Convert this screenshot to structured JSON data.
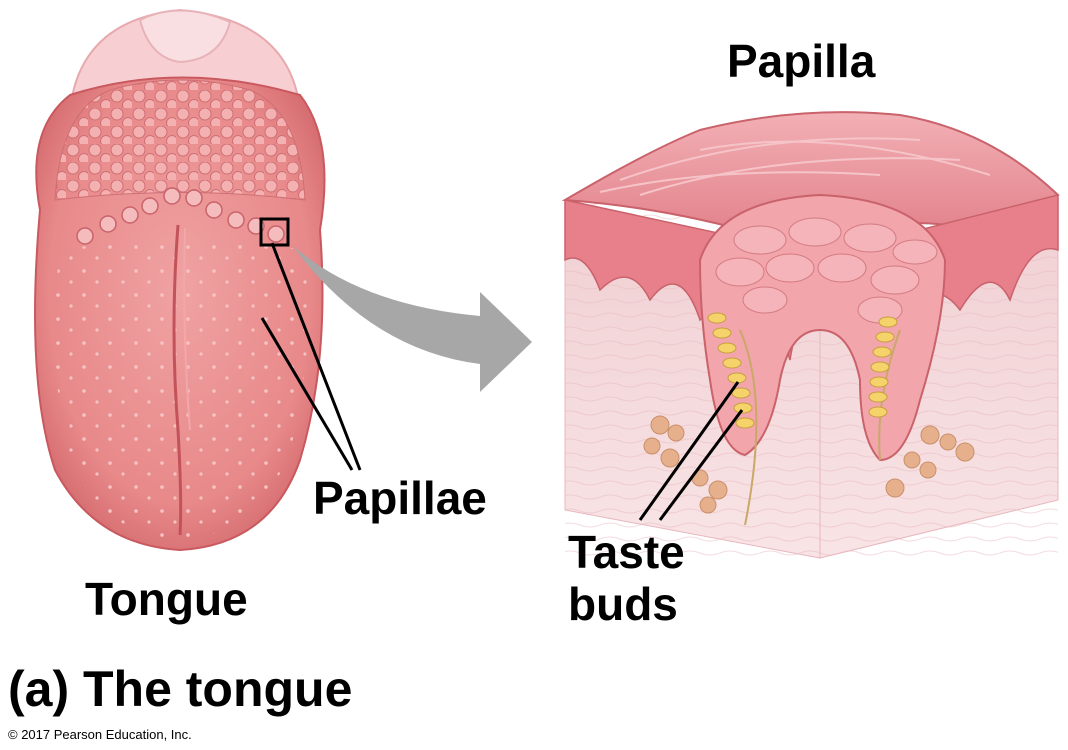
{
  "figure": {
    "labels": {
      "papilla": "Papilla",
      "papillae": "Papillae",
      "tongue": "Tongue",
      "taste_buds_line1": "Taste",
      "taste_buds_line2": "buds"
    },
    "caption": "(a) The tongue",
    "copyright": "© 2017 Pearson Education, Inc."
  },
  "colors": {
    "tongue": "#e8898a",
    "tongue_dark": "#d36a6e",
    "mucosa": "#e98a92",
    "tissue": "#f4d6d8",
    "taste_bud": "#f5d36a",
    "arrow": "#a7a7a7",
    "fat": "#e7b08c"
  }
}
